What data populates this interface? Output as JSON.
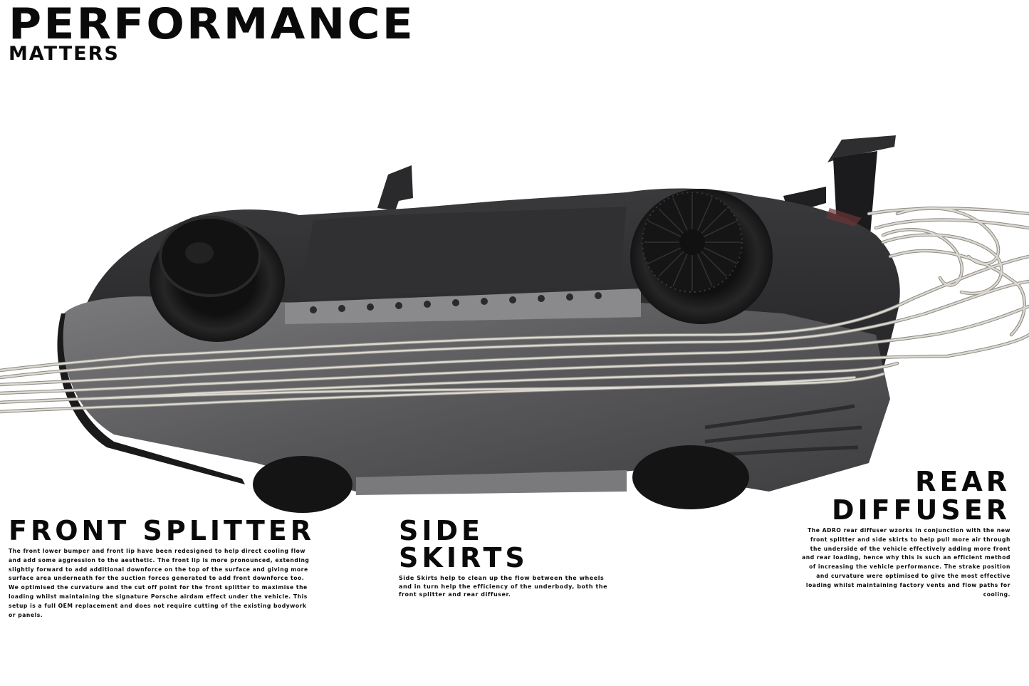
{
  "header": {
    "title": "PERFORMANCE",
    "subtitle": "MATTERS"
  },
  "illustration": {
    "subject": "car-underbody-with-airflow-streamlines",
    "colors": {
      "body": "#2b2b2d",
      "underbody": "#5a5a5c",
      "tire": "#1c1c1c",
      "streamline": "#d9d6cf",
      "streamline_edge": "#8e8b85",
      "accent_tail": "#6b3535"
    }
  },
  "sections": {
    "front_splitter": {
      "heading": "FRONT SPLITTER",
      "body": "The front lower bumper and front lip have been redesigned to help direct cooling flow and add some aggression to the aesthetic. The front lip is more pronounced, extending slightly forward to add additional downforce on the top of the surface and giving more surface area underneath for the suction forces generated to add front downforce too. We optimised the curvature and the cut off point for the front splitter to maximise the loading whilst maintaining the signature Porsche airdam effect under the vehicle.  This setup is a full OEM replacement and does not require cutting of the existing bodywork or panels."
    },
    "side_skirts": {
      "heading": "SIDE SKIRTS",
      "body": "Side Skirts help to clean up the flow between the wheels and in turn help the efficiency of the underbody, both the front splitter and rear diffuser."
    },
    "rear_diffuser": {
      "heading_line1": "REAR",
      "heading_line2": "DIFFUSER",
      "body": "The ADRO rear diffuser wzorks in conjunction with the new front splitter and side skirts to help pull more air through the underside of the vehicle effectively adding more front and rear loading, hence why this is such an efficient method of increasing the vehicle performance.  The strake position and curvature were optimised to give the most effective loading whilst maintaining factory vents and flow paths for cooling."
    }
  }
}
